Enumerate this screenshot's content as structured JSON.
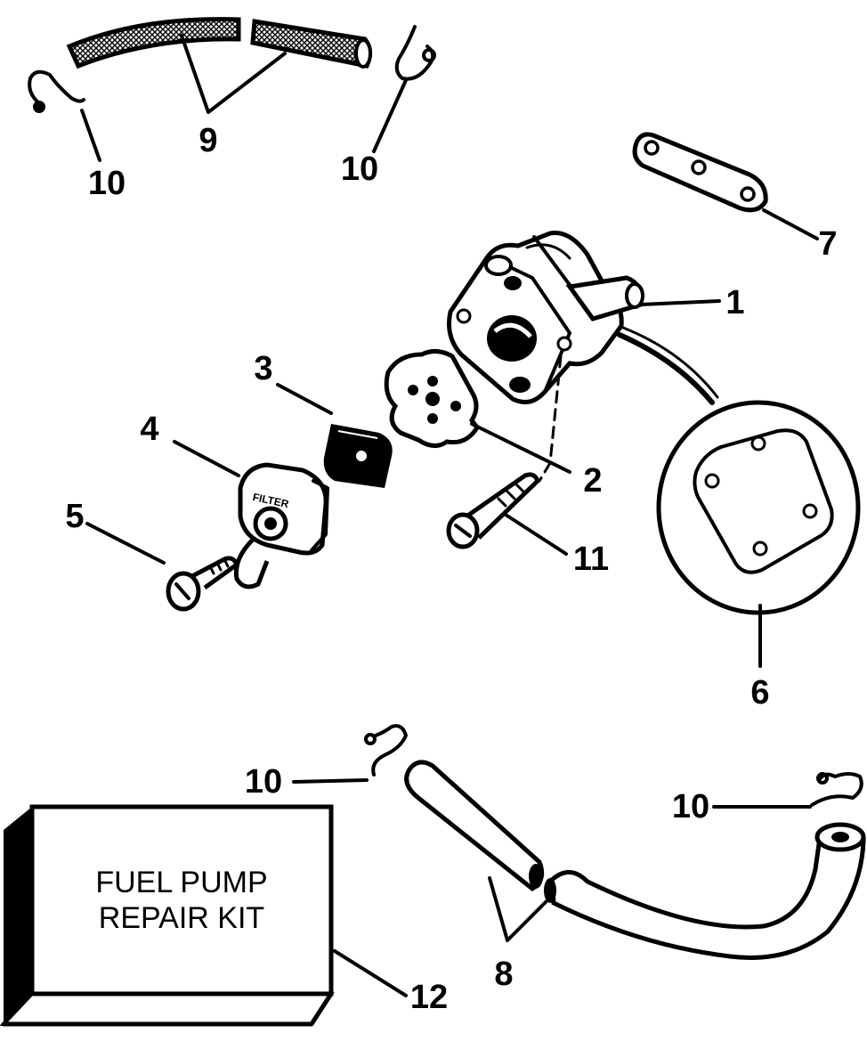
{
  "callouts": {
    "c1": "1",
    "c2": "2",
    "c3": "3",
    "c4": "4",
    "c5": "5",
    "c6": "6",
    "c7": "7",
    "c8": "8",
    "c9": "9",
    "c10a": "10",
    "c10b": "10",
    "c10c": "10",
    "c10d": "10",
    "c11": "11",
    "c12": "12"
  },
  "kit": {
    "line1": "FUEL PUMP",
    "line2": "REPAIR KIT"
  },
  "filter_cover_text": "FILTER"
}
